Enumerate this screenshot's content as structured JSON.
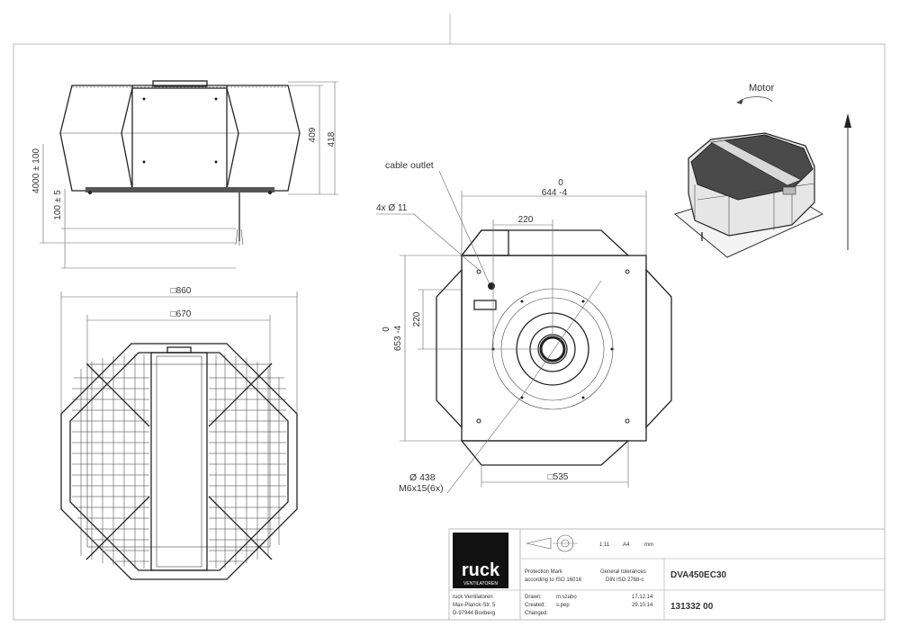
{
  "drawing": {
    "side_view": {
      "dim_height": "418",
      "dim_body_height": "409",
      "dim_cable": "4000 ± 100",
      "dim_base": "100 ± 5"
    },
    "top_view": {
      "dim_outer": "□860",
      "dim_inner": "□670"
    },
    "base_view": {
      "cable_outlet": "cable outlet",
      "holes": "4x Ø 11",
      "dim_width_tol": "0",
      "dim_width": "644 -4",
      "dim_offset_x": "220",
      "dim_offset_y": "220",
      "dim_height_tol": "0",
      "dim_height": "653 -4",
      "dim_bottom": "□535",
      "circle_dia": "Ø 438",
      "screws": "M6x15(6x)"
    },
    "iso_view": {
      "motor_label": "Motor"
    }
  },
  "title_block": {
    "logo_text": "ruck",
    "logo_sub": "VENTILATOREN",
    "company": [
      "ruck Ventilatoren",
      "Max-Planck-Str. 5",
      "D-97944 Boxberg"
    ],
    "scale": "1:11",
    "paper": "A4",
    "unit": "mm",
    "protection_mark": [
      "Protection Mark",
      "according to ISO 16016"
    ],
    "tolerances": [
      "General tolerances",
      "DIN ISO 2768-c"
    ],
    "drawn_label": "Drawn:",
    "drawn_by": "m.szabo",
    "drawn_date": "17.12.14",
    "created_label": "Created:",
    "created_by": "s.pep",
    "created_date": "29.10.14",
    "changed_label": "Changed:",
    "product": "DVA450EC30",
    "drawing_no": "131332 00"
  }
}
